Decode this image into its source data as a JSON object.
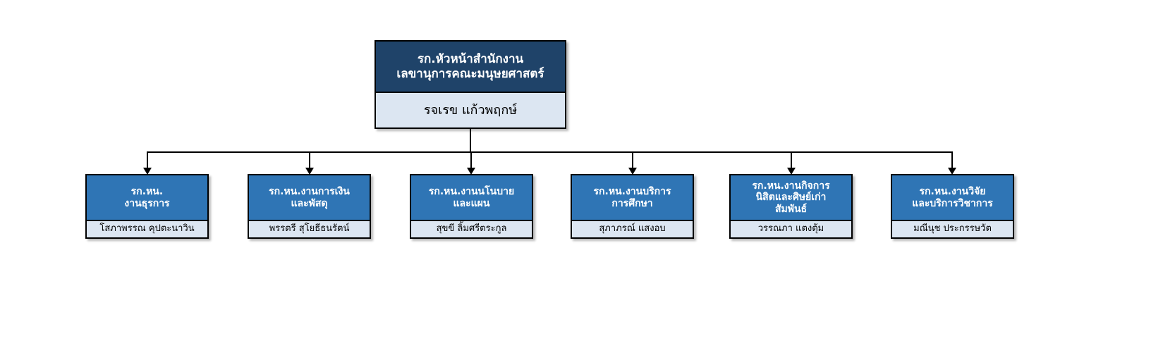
{
  "chart": {
    "type": "org-chart",
    "orientation": "top-down",
    "levels": 2,
    "colors": {
      "root_header_bg": "#1f4369",
      "child_header_bg": "#2f75b5",
      "name_row_bg": "#dce6f2",
      "border": "#000000",
      "header_text": "#ffffff",
      "name_text": "#000000",
      "canvas_bg": "#ffffff"
    },
    "root": {
      "title_line1": "รก.หัวหน้าสำนักงาน",
      "title_line2": "เลขานุการคณะมนุษยศาสตร์",
      "name": "รจเรข แก้วพฤกษ์"
    },
    "children": [
      {
        "title_line1": "รก.หน.",
        "title_line2": "งานธุรการ",
        "title_line3": "",
        "name": "โสภาพรรณ คุปตะนาวิน"
      },
      {
        "title_line1": "รก.หน.งานการเงิน",
        "title_line2": "และพัสดุ",
        "title_line3": "",
        "name": "พรรตรี สุโยธีธนรัตน์"
      },
      {
        "title_line1": "รก.หน.งานนโนบาย",
        "title_line2": "และแผน",
        "title_line3": "",
        "name": "สุขขี ลิ้มศรีตระกูล"
      },
      {
        "title_line1": "รก.หน.งานบริการ",
        "title_line2": "การศึกษา",
        "title_line3": "",
        "name": "สุภาภรณ์ แสงอบ"
      },
      {
        "title_line1": "รก.หน.งานกิจการ",
        "title_line2": "นิสิตและศิษย์เก่า",
        "title_line3": "สัมพันธ์",
        "name": "วรรณภา แตงตุ้ม"
      },
      {
        "title_line1": "รก.หน.งานวิจัย",
        "title_line2": "และบริการวิชาการ",
        "title_line3": "",
        "name": "มณีนุช ประกรรษวัต"
      }
    ]
  }
}
